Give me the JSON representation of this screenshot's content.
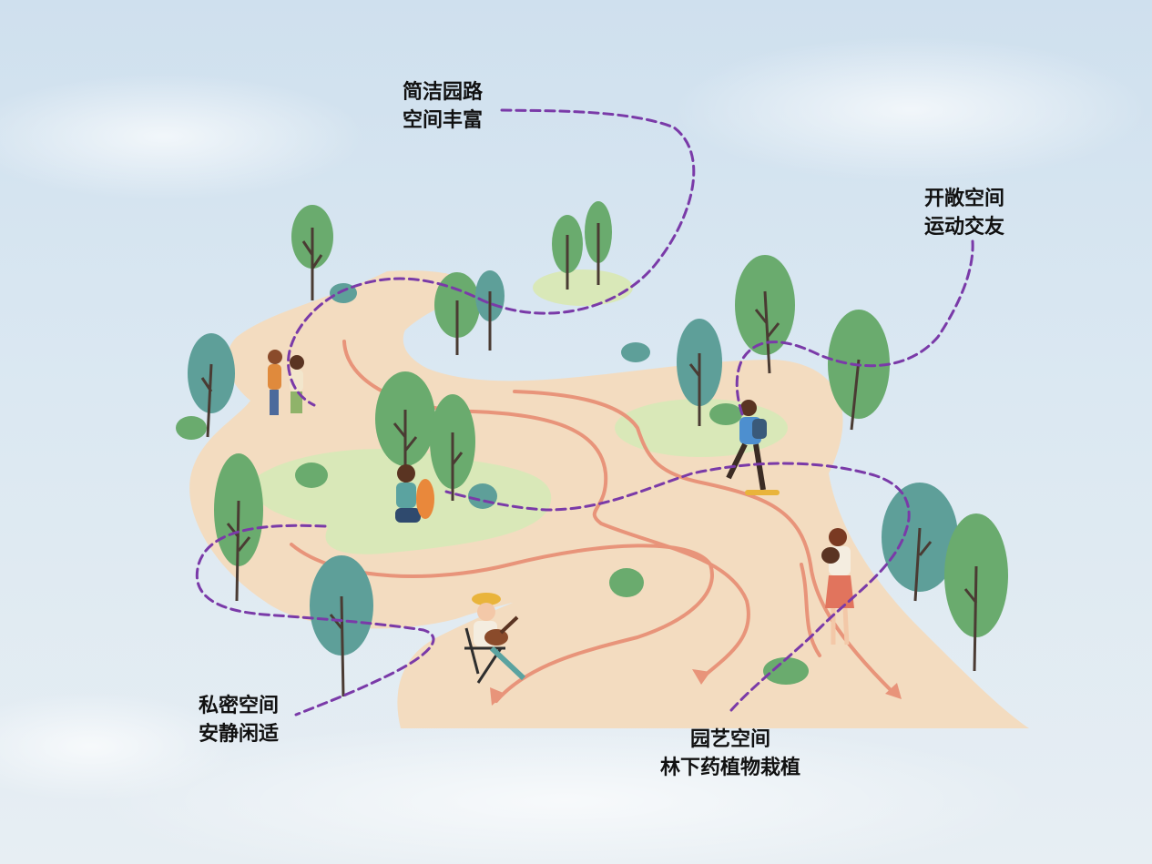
{
  "colors": {
    "sky_top": "#cfe0ee",
    "path_fill": "#f3dcc0",
    "lawn_fill": "#d9e8b8",
    "route_stroke": "#7a3aa8",
    "trail_stroke": "#e8947a",
    "tree_green": "#6aab6e",
    "tree_teal": "#5e9f99"
  },
  "labels": {
    "simple_path": {
      "line1": "简洁园路",
      "line2": "空间丰富"
    },
    "open_space": {
      "line1": "开敞空间",
      "line2": "运动交友"
    },
    "private_space": {
      "line1": "私密空间",
      "line2": "安静闲适"
    },
    "garden_space": {
      "line1": "园艺空间",
      "line2": "林下药植物栽植"
    }
  },
  "figures": [
    "couple-walking",
    "person-with-dog",
    "skateboarder",
    "woman-with-cat",
    "guitar-player"
  ]
}
